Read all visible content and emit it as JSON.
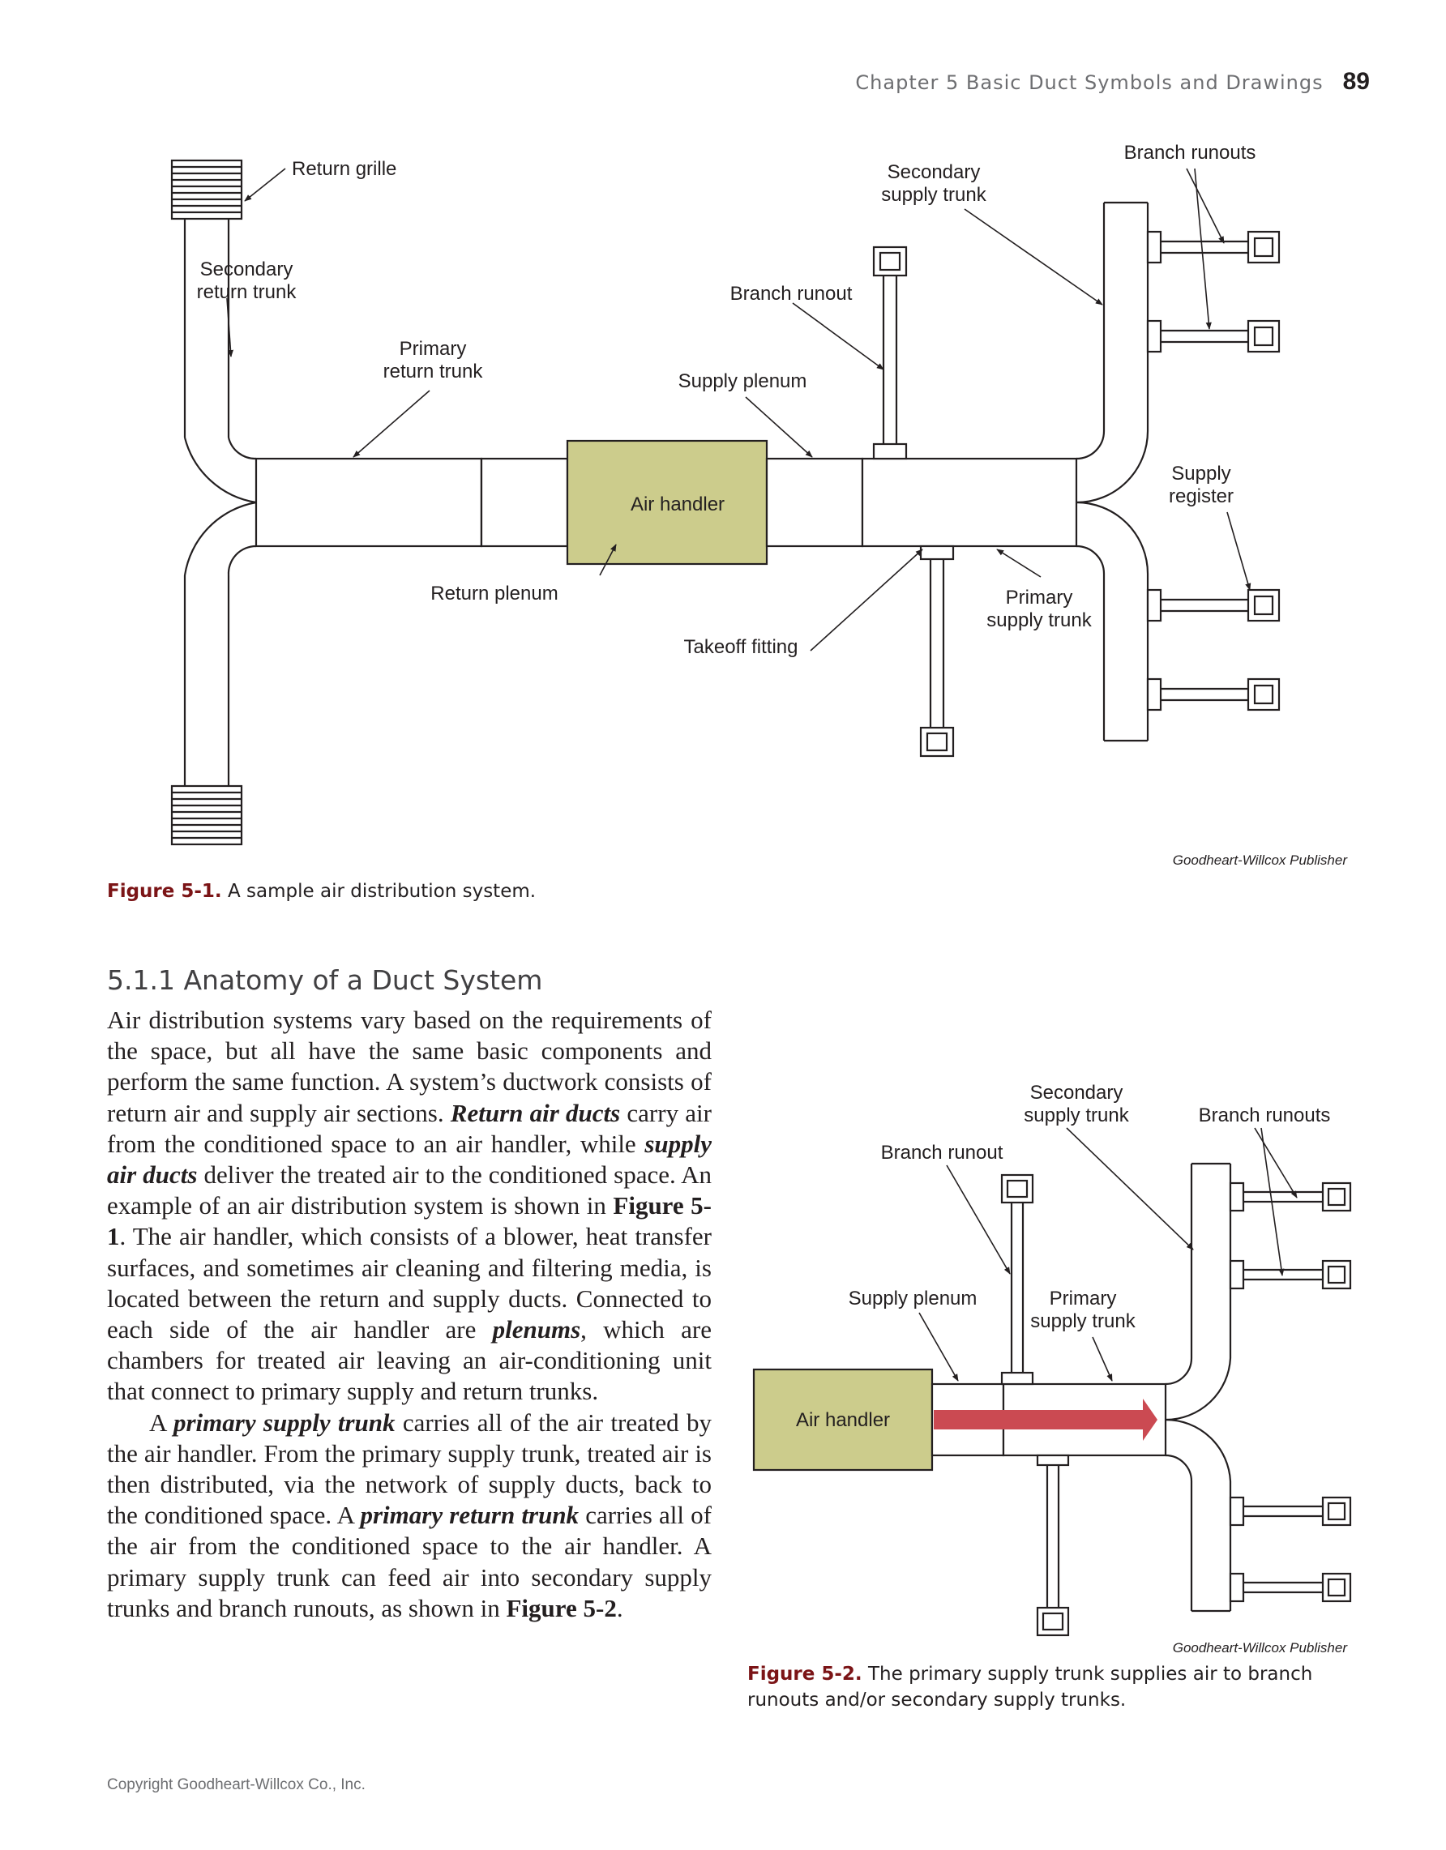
{
  "running_head": {
    "chapter": "Chapter 5   Basic Duct Symbols and Drawings",
    "page_number": "89"
  },
  "figure1": {
    "labels": {
      "return_grille": "Return grille",
      "secondary_return_trunk_1": "Secondary",
      "secondary_return_trunk_2": "return trunk",
      "primary_return_trunk_1": "Primary",
      "primary_return_trunk_2": "return trunk",
      "air_handler": "Air handler",
      "return_plenum": "Return plenum",
      "supply_plenum": "Supply plenum",
      "branch_runout": "Branch runout",
      "takeoff_fitting": "Takeoff fitting",
      "secondary_supply_trunk_1": "Secondary",
      "secondary_supply_trunk_2": "supply trunk",
      "branch_runouts": "Branch runouts",
      "supply_register_1": "Supply",
      "supply_register_2": "register",
      "primary_supply_trunk_1": "Primary",
      "primary_supply_trunk_2": "supply trunk"
    },
    "credit": "Goodheart-Willcox Publisher",
    "caption_number": "Figure 5-1.",
    "caption_text": " A sample air distribution system."
  },
  "section": {
    "heading": "5.1.1 Anatomy of a Duct System"
  },
  "body": {
    "p1_a": "Air distribution systems vary based on the requirements of the space, but all have the same basic components and perform the same function. A system’s ductwork consists of return air and supply air sections. ",
    "p1_term1": "Return air ducts",
    "p1_b": " carry air from the conditioned space to an air handler, while ",
    "p1_term2": "supply air ducts",
    "p1_c": " deliver the treated air to the conditioned space. An example of an air distribution system is shown in ",
    "p1_ref": "Figure 5-1",
    "p1_d": ". The air handler, which consists of a blower, heat transfer surfaces, and sometimes air cleaning and filtering media, is located between the return and supply ducts. Connected to each side of the air handler are ",
    "p1_term3": "plenums",
    "p1_e": ", which are chambers for treated air leaving an air-conditioning unit that connect to primary supply and return trunks.",
    "p2_a": "A ",
    "p2_term1": "primary supply trunk",
    "p2_b": " carries all of the air treated by the air handler. From the primary supply trunk, treated air is then distributed, via the network of supply ducts, back to the conditioned space. A ",
    "p2_term2": "primary return trunk",
    "p2_c": " carries all of the air from the conditioned space to the air handler. A primary supply trunk can feed air into secondary supply trunks and branch runouts, as shown in ",
    "p2_ref": "Figure 5-2",
    "p2_d": "."
  },
  "figure2": {
    "labels": {
      "secondary_supply_trunk_1": "Secondary",
      "secondary_supply_trunk_2": "supply trunk",
      "branch_runouts": "Branch runouts",
      "branch_runout": "Branch runout",
      "supply_plenum": "Supply plenum",
      "primary_supply_trunk_1": "Primary",
      "primary_supply_trunk_2": "supply trunk",
      "air_handler": "Air handler"
    },
    "credit": "Goodheart-Willcox Publisher",
    "caption_number": "Figure 5-2.",
    "caption_text": " The primary supply trunk supplies air to branch runouts and/or secondary supply trunks."
  },
  "colors": {
    "air_handler_fill": "#cccc8c",
    "airflow_arrow": "#cb4a52",
    "figure_number": "#7b1416"
  },
  "copyright": "Copyright Goodheart-Willcox Co., Inc."
}
